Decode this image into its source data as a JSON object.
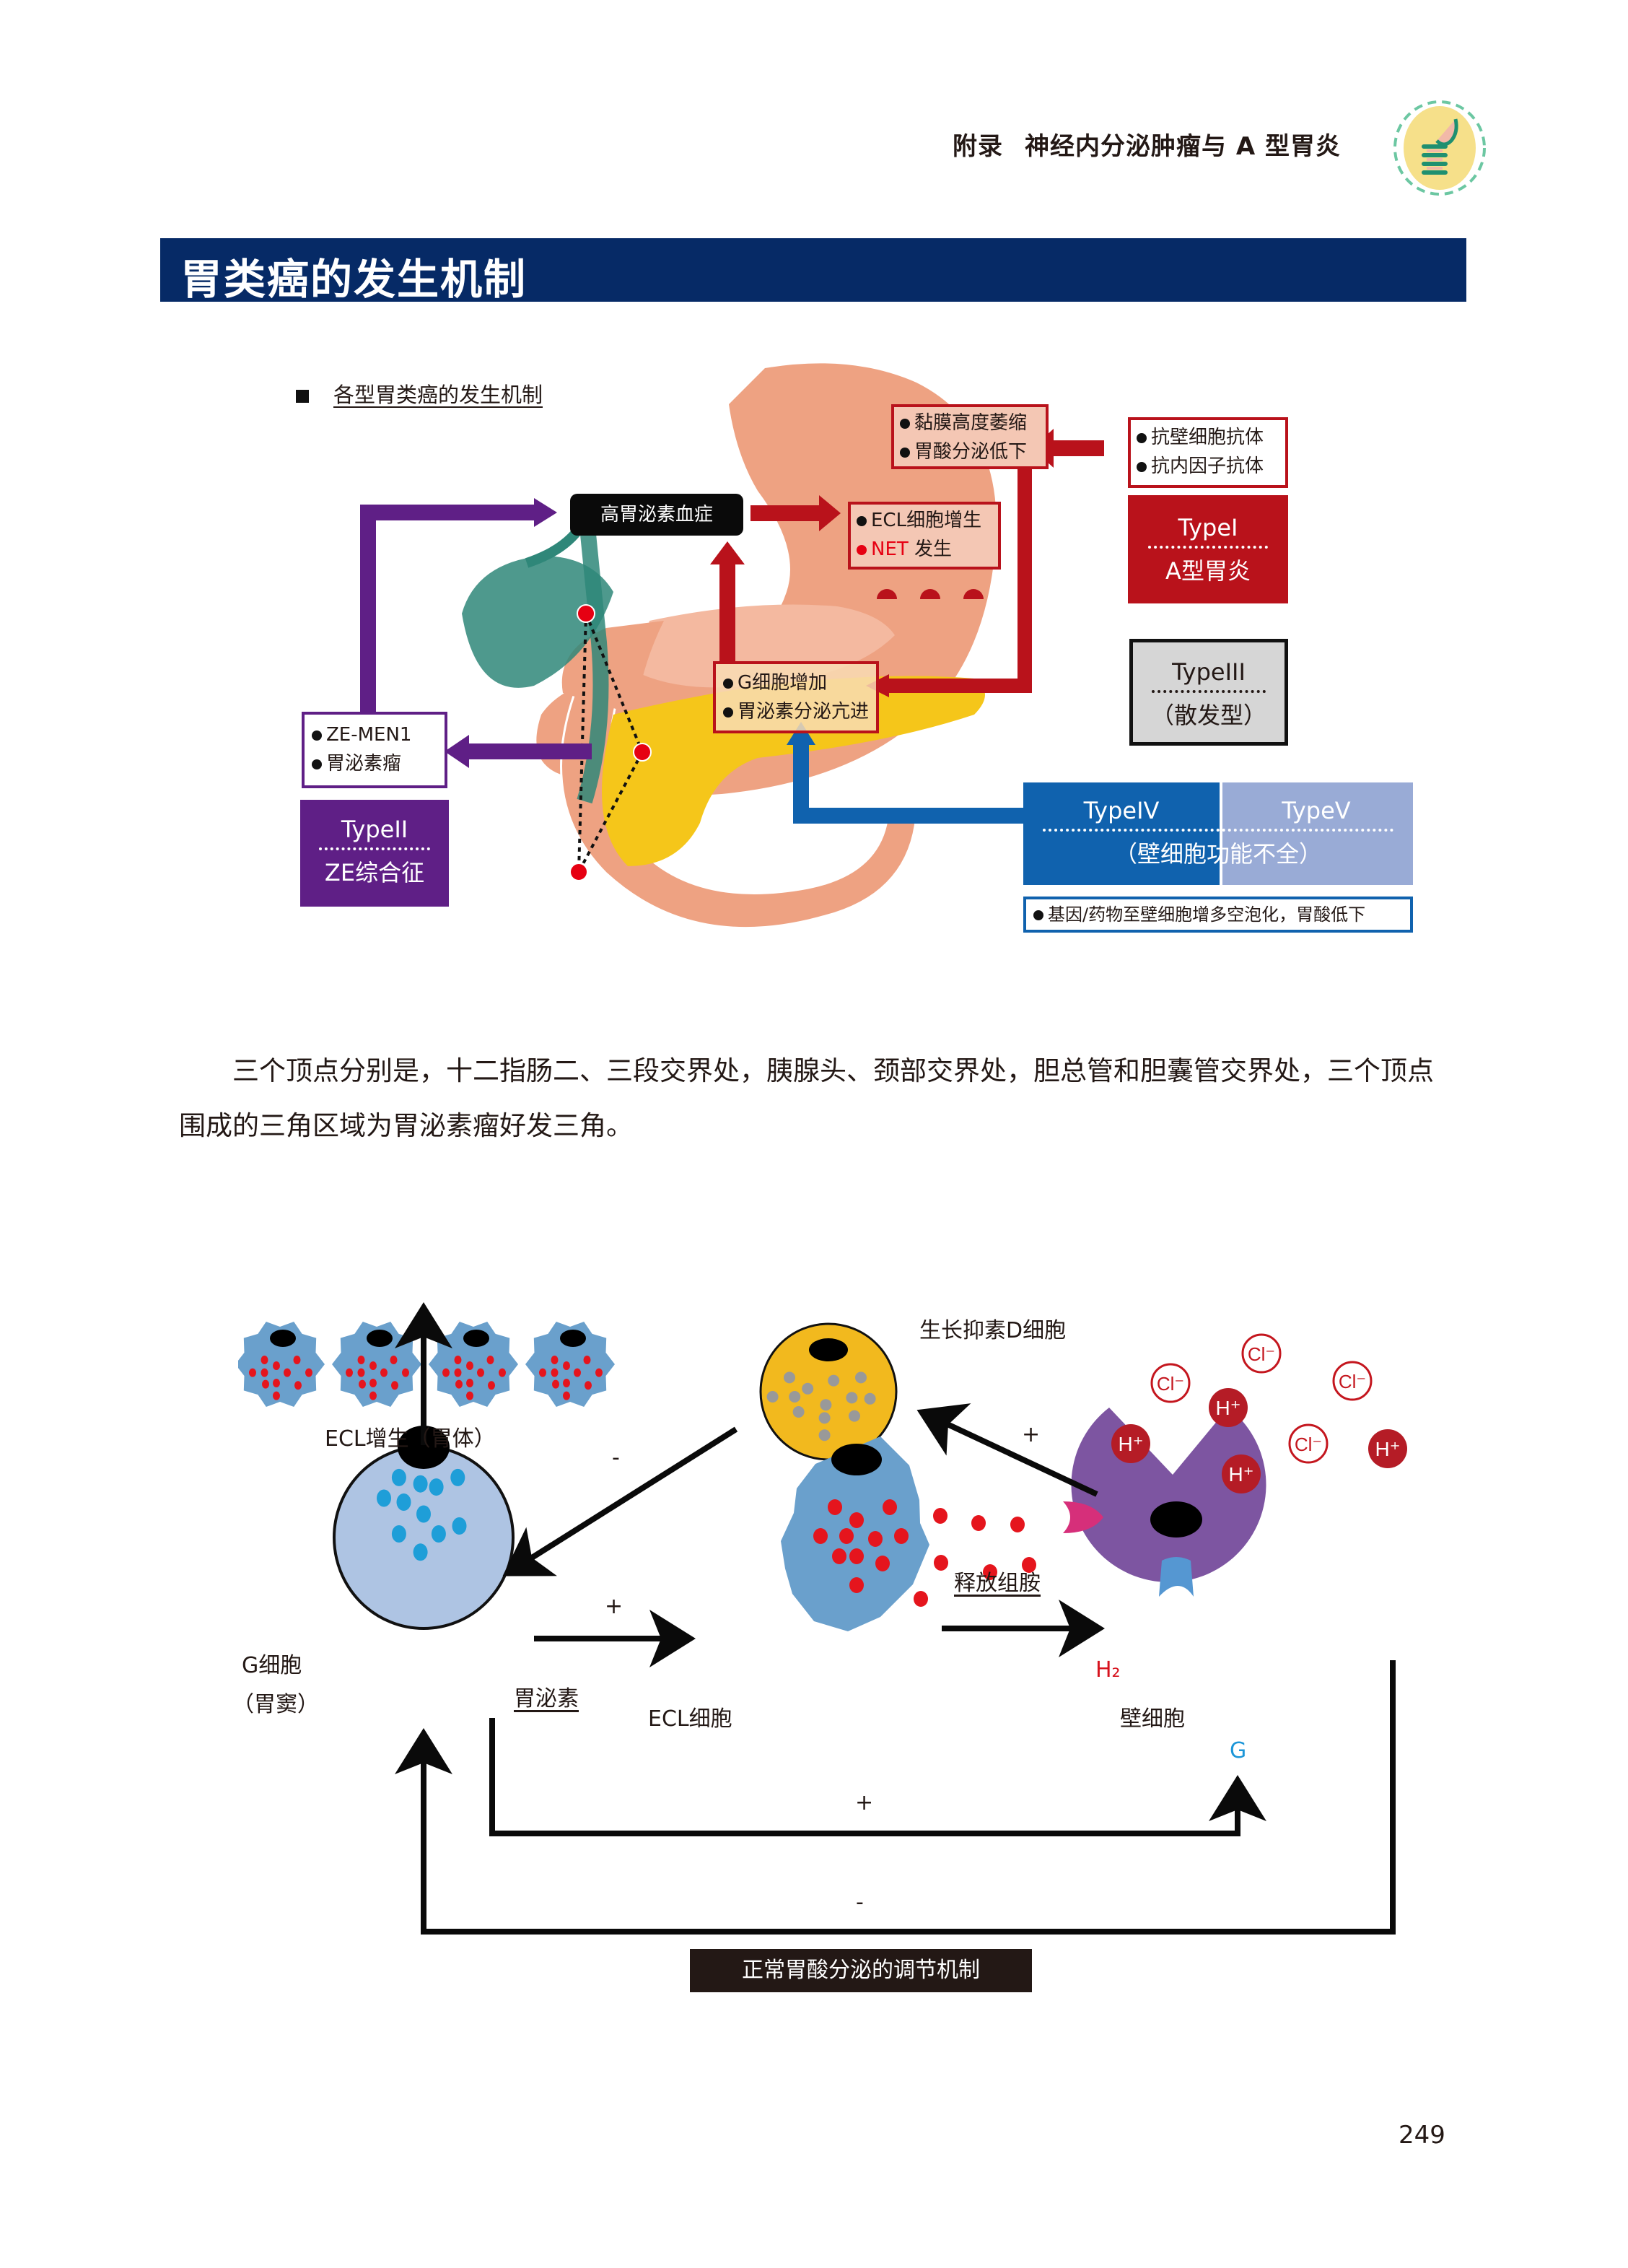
{
  "header": {
    "section": "附录",
    "chapter": "神经内分泌肿瘤与 A 型胃炎",
    "logo_icon": "digestive-tract-icon"
  },
  "banner": {
    "title": "胃类癌的发生机制"
  },
  "figure1": {
    "subtitle": "各型胃类癌的发生机制",
    "hypergastrinemia": "高胃泌素血症",
    "atrophy_box": [
      "黏膜高度萎缩",
      "胃酸分泌低下"
    ],
    "antibody_box": [
      "抗壁细胞抗体",
      "抗内因子抗体"
    ],
    "ecl_box": {
      "line1": "ECL细胞增生",
      "line2_red": "NET",
      "line2_rest": " 发生"
    },
    "gcell_box": [
      "G细胞增加",
      "胃泌素分泌亢进"
    ],
    "zemen_box": [
      "ZE-MEN1",
      "胃泌素瘤"
    ],
    "type1": {
      "title": "TypeI",
      "subtitle": "A型胃炎",
      "color": "#b9121b"
    },
    "type2": {
      "title": "TypeII",
      "subtitle": "ZE综合征",
      "color": "#5f1f86"
    },
    "type3": {
      "title": "TypeIII",
      "subtitle": "（散发型）",
      "color": "#d6d6d6"
    },
    "type4": {
      "title": "TypeIV",
      "color": "#1062ae"
    },
    "type5": {
      "title": "TypeV",
      "color": "#99abd6"
    },
    "type45_subtitle": "（壁细胞功能不全）",
    "type45_note": "基因/药物至壁细胞增多空泡化，胃酸低下"
  },
  "paragraph": "三个顶点分别是，十二指肠二、三段交界处，胰腺头、颈部交界处，胆总管和胆囊管交界处，三个顶点围成的三角区域为胃泌素瘤好发三角。",
  "figure2": {
    "d_cell_label": "生长抑素D细胞",
    "ecl_hyperplasia_label": "ECL增生（胃体）",
    "g_cell_label_1": "G细胞",
    "g_cell_label_2": "（胃窦）",
    "gastrin_label": "胃泌素",
    "ecl_cell_label": "ECL细胞",
    "histamine_label": "释放组胺",
    "parietal_label": "壁细胞",
    "h2_label": "H₂",
    "g_receptor_label": "G",
    "ion_h": "H⁺",
    "ion_cl": "Cl⁻",
    "sign_plus": "+",
    "sign_minus": "-",
    "caption": "正常胃酸分泌的调节机制"
  },
  "page_number": "249"
}
